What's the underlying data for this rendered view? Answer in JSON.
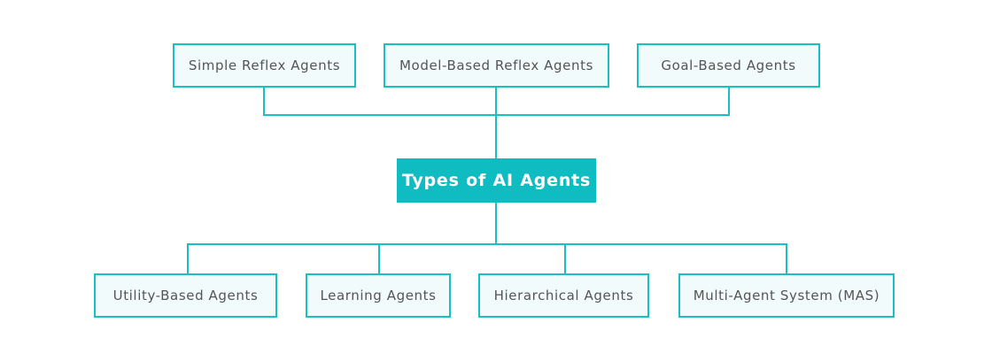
{
  "colors": {
    "accent": "#0fbcc2",
    "line": "#19bfc3",
    "node_fill": "#f1fbfb",
    "node_text": "#555555",
    "center_text": "#ffffff"
  },
  "root": {
    "label": "Types of AI Agents"
  },
  "top_nodes": [
    {
      "label": "Simple Reflex Agents"
    },
    {
      "label": "Model-Based Reflex Agents"
    },
    {
      "label": "Goal-Based Agents"
    }
  ],
  "bottom_nodes": [
    {
      "label": "Utility-Based Agents"
    },
    {
      "label": "Learning Agents"
    },
    {
      "label": "Hierarchical Agents"
    },
    {
      "label": "Multi-Agent System (MAS)"
    }
  ]
}
